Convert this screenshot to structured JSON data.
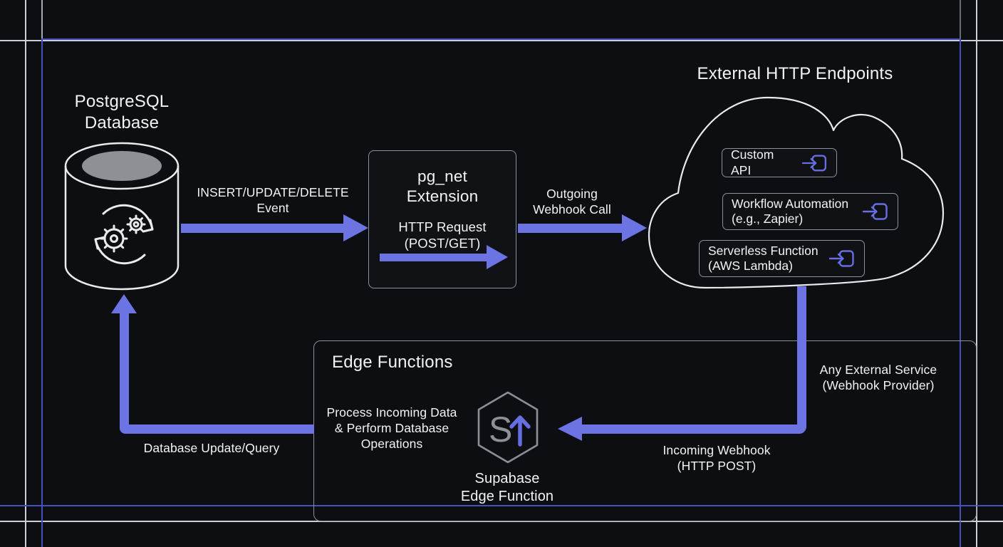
{
  "palette": {
    "background": "#0c0e11",
    "arrow_blue": "#6c74e4",
    "icon_blue": "#666ee2",
    "frame_blue": "#4350bb",
    "line_white": "#ccd0d6",
    "shape_white": "#e9ebee",
    "border_gray": "#8a9097",
    "text_white": "#f2f3f5",
    "muted_gray": "#8d9196"
  },
  "postgres": {
    "title_line1": "PostgreSQL",
    "title_line2": "Database"
  },
  "pg_net": {
    "title_line1": "pg_net",
    "title_line2": "Extension",
    "body_line1": "HTTP Request",
    "body_line2": "(POST/GET)"
  },
  "flow_labels": {
    "insert_event_line1": "INSERT/UPDATE/DELETE",
    "insert_event_line2": "Event",
    "outgoing_line1": "Outgoing",
    "outgoing_line2": "Webhook Call",
    "any_external_line1": "Any External Service",
    "any_external_line2": "(Webhook Provider)",
    "incoming_line1": "Incoming Webhook",
    "incoming_line2": "(HTTP POST)",
    "db_update": "Database Update/Query"
  },
  "endpoints": {
    "title": "External HTTP Endpoints",
    "items": [
      {
        "line1": "Custom API"
      },
      {
        "line1": "Workflow Automation",
        "line2": "(e.g., Zapier)"
      },
      {
        "line1": "Serverless Function",
        "line2": "(AWS Lambda)"
      }
    ]
  },
  "edge_functions": {
    "title": "Edge Functions",
    "process_line1": "Process Incoming Data",
    "process_line2": "& Perform Database",
    "process_line3": "Operations",
    "icon_letter": "S",
    "caption_line1": "Supabase",
    "caption_line2": "Edge Function"
  }
}
